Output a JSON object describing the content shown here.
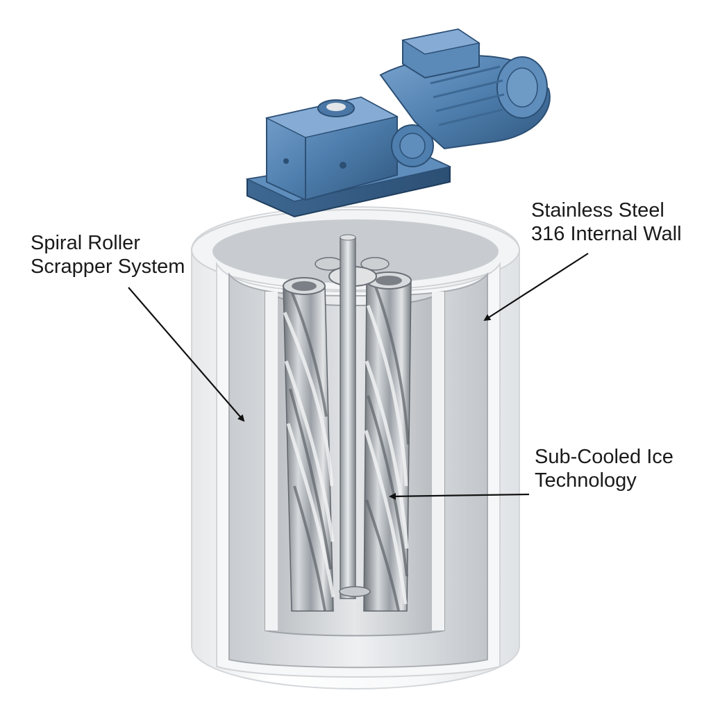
{
  "callouts": {
    "spiral": {
      "line1": "Spiral Roller",
      "line2": "Scrapper System"
    },
    "steel": {
      "line1": "Stainless Steel",
      "line2": "316 Internal Wall"
    },
    "ice": {
      "line1": "Sub-Cooled Ice",
      "line2": "Technology"
    }
  },
  "colors": {
    "motor_blue": "#4f7fae",
    "steel": "#a8adb2",
    "housing": "#f4f5f6"
  }
}
